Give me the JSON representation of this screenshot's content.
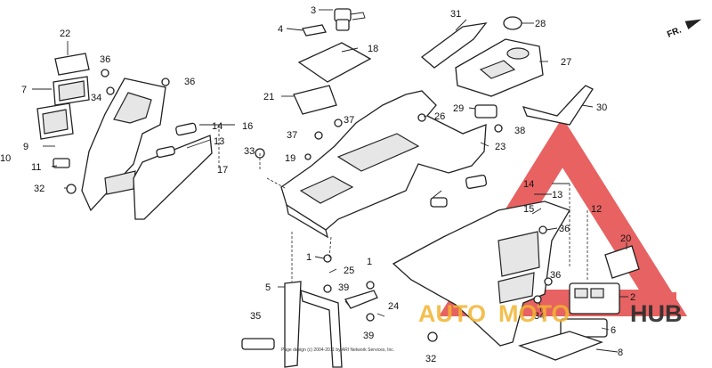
{
  "diagram": {
    "orientation_label": "FR.",
    "copyright": "Page design (c) 2004-2011 by ARI Network Services, Inc.",
    "labels": {
      "p1a": "1",
      "p1b": "1",
      "p2": "2",
      "p3": "3",
      "p4": "4",
      "p5": "5",
      "p6": "6",
      "p7": "7",
      "p8": "8",
      "p9": "9",
      "p10": "10",
      "p11": "11",
      "p12": "12",
      "p13a": "13",
      "p13b": "13",
      "p14a": "14",
      "p14b": "14",
      "p15": "15",
      "p16": "16",
      "p17": "17",
      "p18": "18",
      "p19": "19",
      "p20": "20",
      "p21": "21",
      "p22": "22",
      "p23": "23",
      "p24": "24",
      "p25": "25",
      "p26": "26",
      "p27": "27",
      "p28": "28",
      "p29": "29",
      "p30": "30",
      "p31": "31",
      "p32a": "32",
      "p32b": "32",
      "p33": "33",
      "p34a": "34",
      "p34b": "34",
      "p35": "35",
      "p36a": "36",
      "p36b": "36",
      "p36c": "36",
      "p36d": "36",
      "p37a": "37",
      "p37b": "37",
      "p38": "38",
      "p39a": "39",
      "p39b": "39"
    }
  },
  "watermark": {
    "word_left": "AUTO",
    "word_mid": "MOTO",
    "word_right": "HUB",
    "triangle_color": "#e23b3b",
    "accent_color": "#f2b531",
    "dark_color": "#2b2b2b"
  }
}
